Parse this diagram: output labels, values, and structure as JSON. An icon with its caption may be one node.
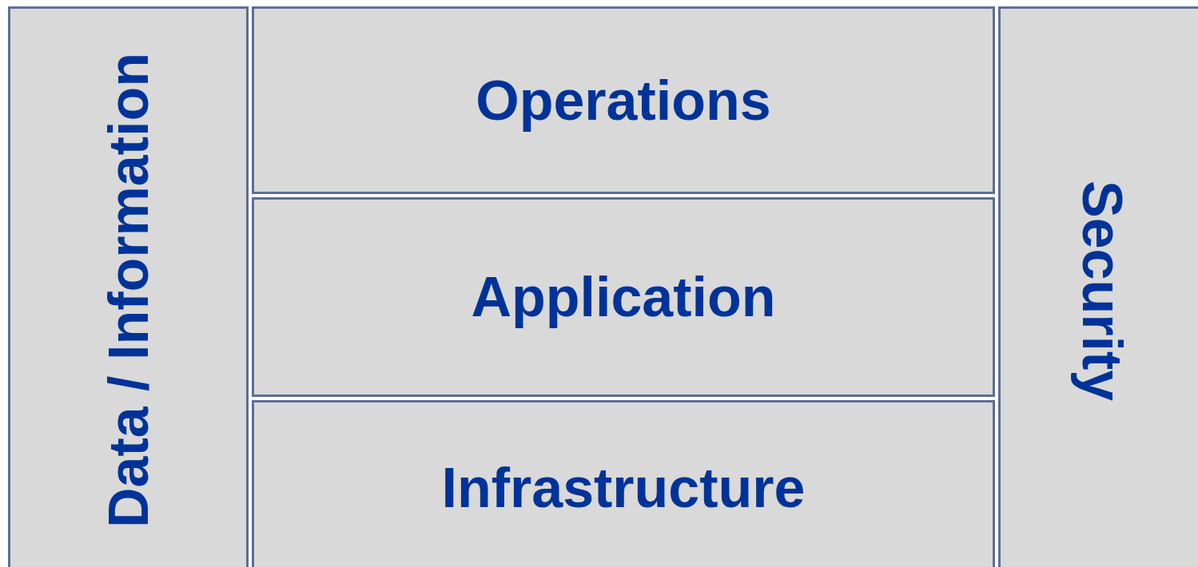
{
  "diagram": {
    "nodes": [
      {
        "text": [
          "Data / Information"
        ]
      },
      {
        "text": [
          "Operations"
        ]
      },
      {
        "text": [
          "Application"
        ]
      },
      {
        "text": [
          "Infrastructure"
        ]
      },
      {
        "text": [
          "Security"
        ]
      }
    ]
  }
}
